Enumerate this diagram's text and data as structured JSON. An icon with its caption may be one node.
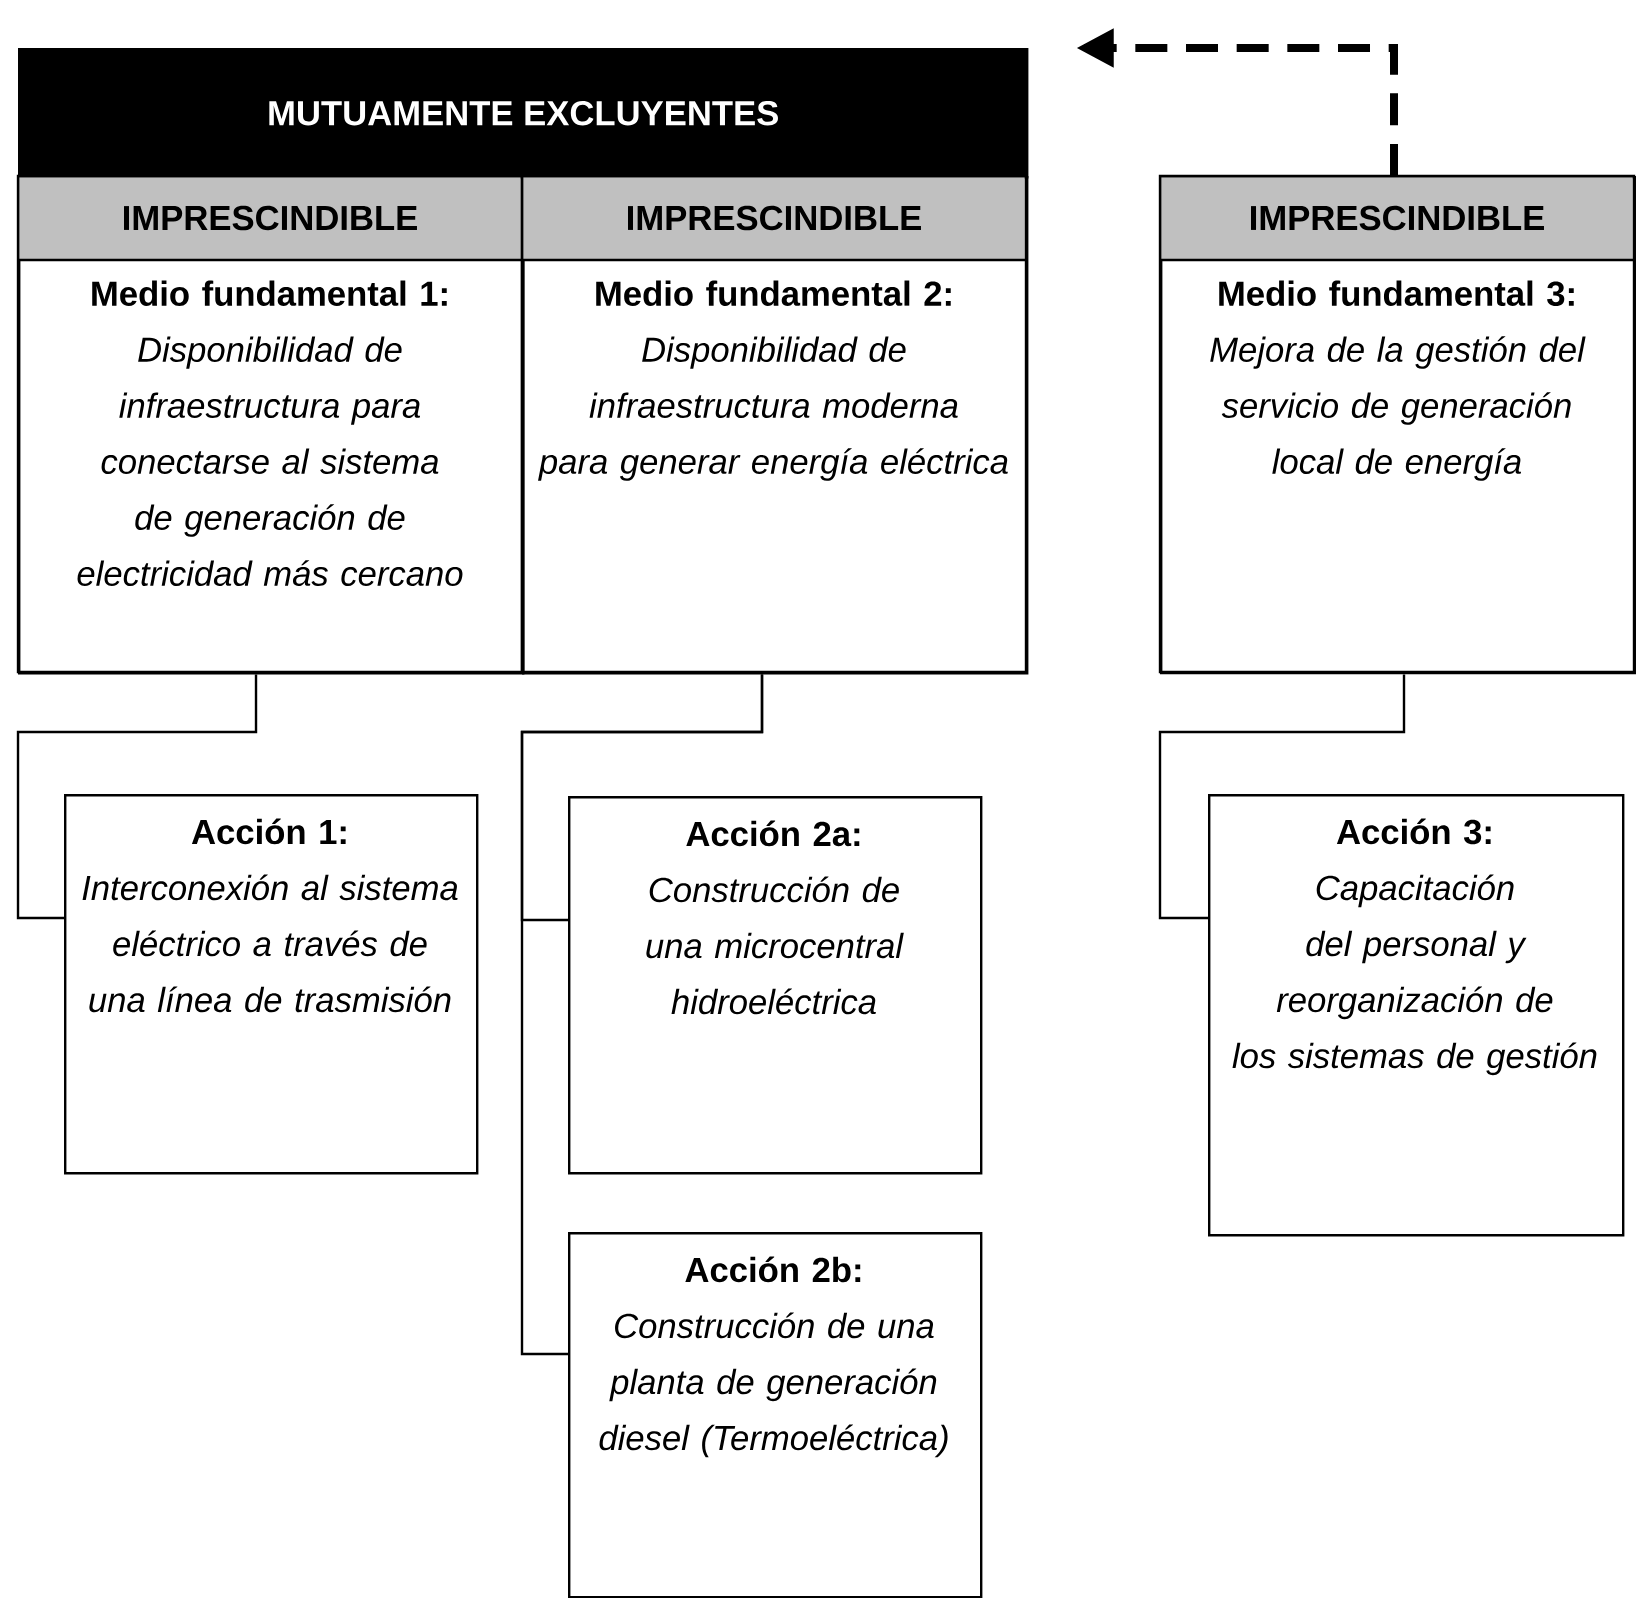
{
  "diagram": {
    "nodes": [
      {
        "text": [
          "MUTUAMENTE EXCLUYENTES"
        ]
      },
      {
        "text": [
          "IMPRESCINDIBLE",
          "Medio fundamental 1:",
          "Disponibilidad de infraestructura para conectarse al sistema de generación de electricidad más cercano"
        ]
      },
      {
        "text": [
          "IMPRESCINDIBLE",
          "Medio fundamental 2:",
          "Disponibilidad de infraestructura moderna para generar energía eléctrica"
        ]
      },
      {
        "text": [
          "IMPRESCINDIBLE",
          "Medio fundamental 3:",
          "Mejora de la gestión del servicio de generación local de energía"
        ]
      },
      {
        "text": [
          "Acción 1:",
          "Interconexión al sistema eléctrico a través de una línea de trasmisión"
        ]
      },
      {
        "text": [
          "Acción 2a:",
          "Construcción de una microcentral hidroeléctrica"
        ]
      },
      {
        "text": [
          "Acción 2b:",
          "Construcción de una planta de generación diesel (Termoeléctrica)"
        ]
      },
      {
        "text": [
          "Acción 3:",
          "Capacitación del personal y reorganización de los sistemas de gestión"
        ]
      }
    ],
    "edges": [
      {
        "from": 3,
        "to": 0,
        "arrow": "to",
        "style": "dashed"
      },
      {
        "from": 1,
        "to": 4,
        "arrow": "none"
      },
      {
        "from": 2,
        "to": 5,
        "arrow": "none"
      },
      {
        "from": 2,
        "to": 6,
        "arrow": "none"
      },
      {
        "from": 3,
        "to": 7,
        "arrow": "none"
      }
    ]
  }
}
